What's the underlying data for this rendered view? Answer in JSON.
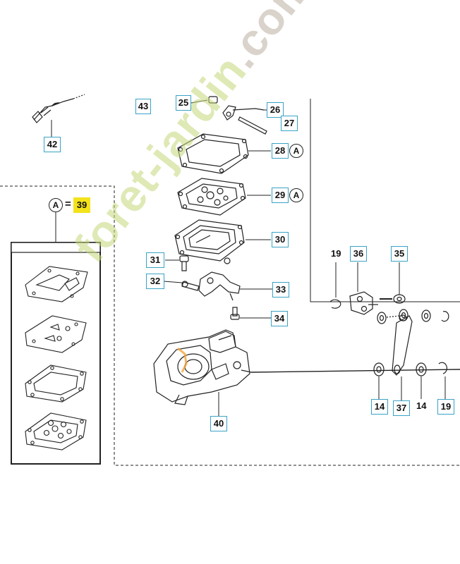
{
  "callouts": {
    "c25": "25",
    "c26": "26",
    "c27": "27",
    "c28": "28",
    "c29": "29",
    "c30": "30",
    "c31": "31",
    "c32": "32",
    "c33": "33",
    "c34": "34",
    "c35": "35",
    "c36": "36",
    "c37": "37",
    "c39": "39",
    "c40": "40",
    "c42": "42",
    "c43": "43",
    "c14a": "14",
    "c19b": "19"
  },
  "plain_labels": {
    "p19": "19",
    "p14": "14"
  },
  "kit_marker": {
    "letter": "A",
    "equals": "="
  },
  "ref_markers": {
    "r28": "A",
    "r29": "A"
  },
  "watermark": {
    "text": "foret-jardin",
    "tld": ".com"
  },
  "colors": {
    "callout_border": "#3aa3c6",
    "kit_highlight": "#f4e21c",
    "watermark_green": "#c3d778",
    "orange_accent": "#f2a43a"
  }
}
